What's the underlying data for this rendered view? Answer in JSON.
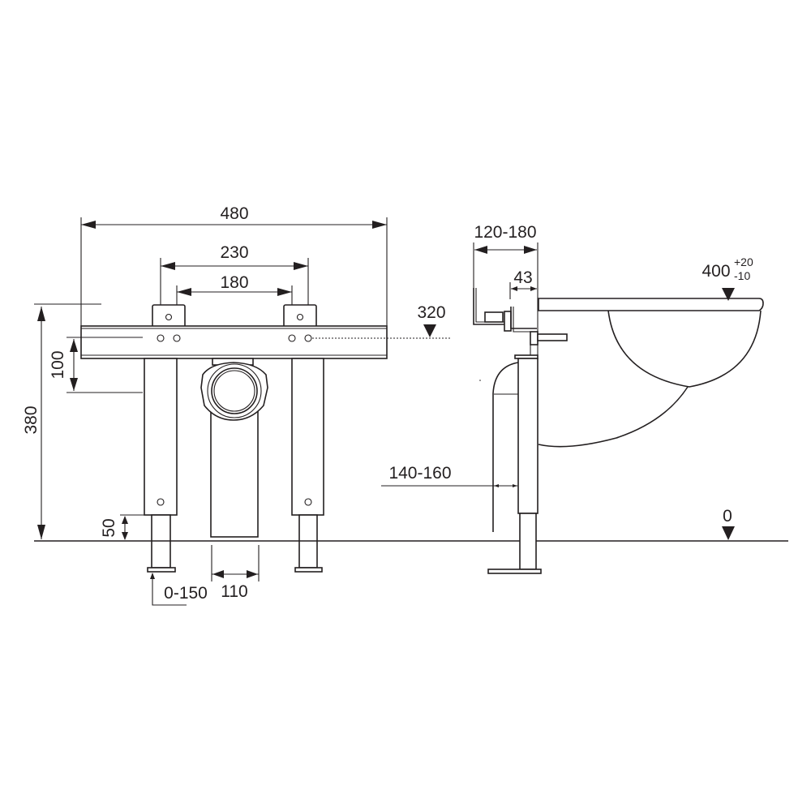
{
  "drawing": {
    "front_view": {
      "overall_width": "480",
      "bracket_outer_spacing": "230",
      "bracket_inner_spacing": "180",
      "supply_height": "320",
      "rail_offset": "100",
      "frame_height": "380",
      "leg_extension": "50",
      "foot_adjustment": "0-150",
      "drain_diameter": "110"
    },
    "side_view": {
      "wall_depth": "120-180",
      "bracket_depth": "43",
      "basin_height": "400",
      "basin_tolerance_plus": "+20",
      "basin_tolerance_minus": "-10",
      "pipe_offset": "140-160",
      "floor_level": "0"
    }
  },
  "colors": {
    "line": "#231f20",
    "background": "#ffffff"
  }
}
